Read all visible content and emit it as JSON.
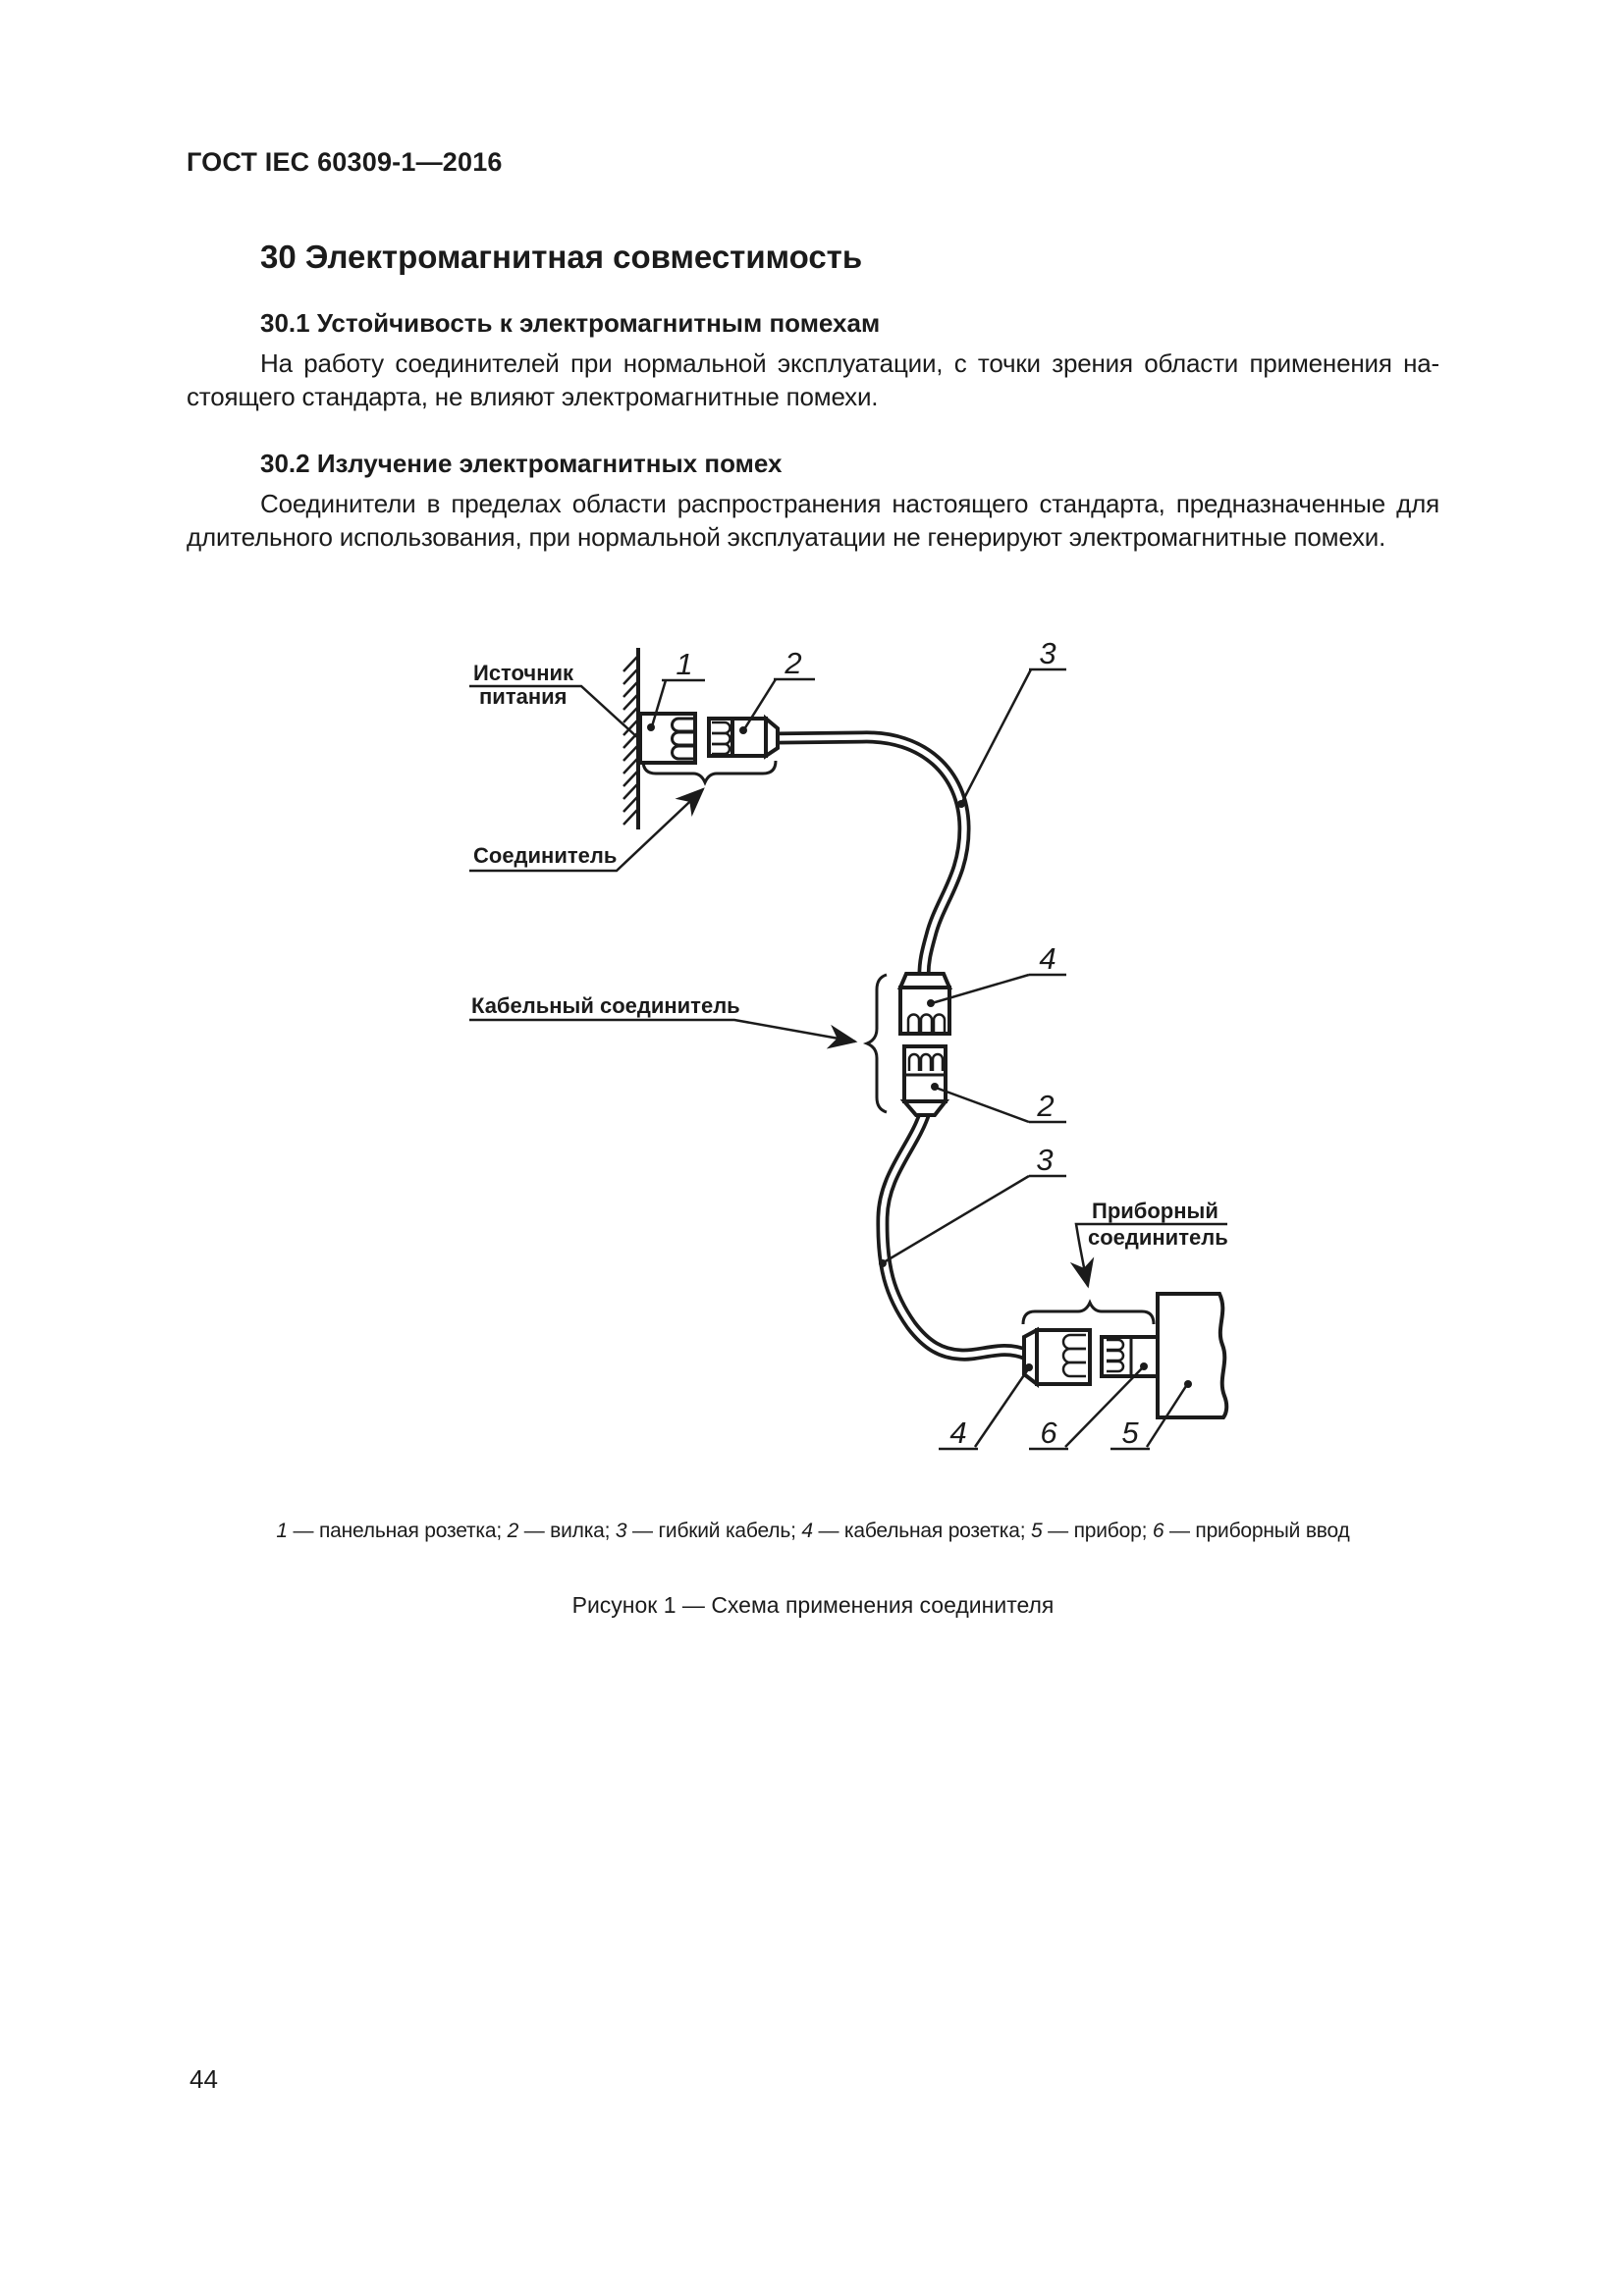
{
  "page": {
    "header": "ГОСТ IEC 60309-1—2016",
    "page_number": "44"
  },
  "content": {
    "section_title": "30 Электромагнитная совместимость",
    "sub1_title": "30.1 Устойчивость к электромагнитным помехам",
    "p1_line1": "На работу соединителей при нормальной эксплуатации, с точки зрения области применения на-",
    "p1_line2": "стоящего стандарта, не влияют электромагнитные помехи.",
    "sub2_title": "30.2 Излучение электромагнитных помех",
    "p2_line1": "Соединители в пределах области распространения настоящего стандарта, предназначенные для",
    "p2_line2": "длительного использования, при нормальной эксплуатации не генерируют электромагнитные помехи."
  },
  "figure": {
    "labels": {
      "power_source_line1": "Источник",
      "power_source_line2": "питания",
      "connector": "Соединитель",
      "cable_connector": "Кабельный соединитель",
      "appliance_connector_line1": "Приборный",
      "appliance_connector_line2": "соединитель"
    },
    "callouts": {
      "n1": "1",
      "n2": "2",
      "n3": "3",
      "n4": "4",
      "n5": "5",
      "n6": "6"
    },
    "legend": [
      {
        "n": "1",
        "t": "панельная розетка"
      },
      {
        "n": "2",
        "t": "вилка"
      },
      {
        "n": "3",
        "t": "гибкий кабель"
      },
      {
        "n": "4",
        "t": "кабельная розетка"
      },
      {
        "n": "5",
        "t": "прибор"
      },
      {
        "n": "6",
        "t": "приборный ввод"
      }
    ],
    "legend_separator": "; ",
    "dash": " — ",
    "caption": "Рисунок 1 — Схема применения соединителя"
  },
  "colors": {
    "ink": "#1b1b1b",
    "paper": "#ffffff"
  }
}
